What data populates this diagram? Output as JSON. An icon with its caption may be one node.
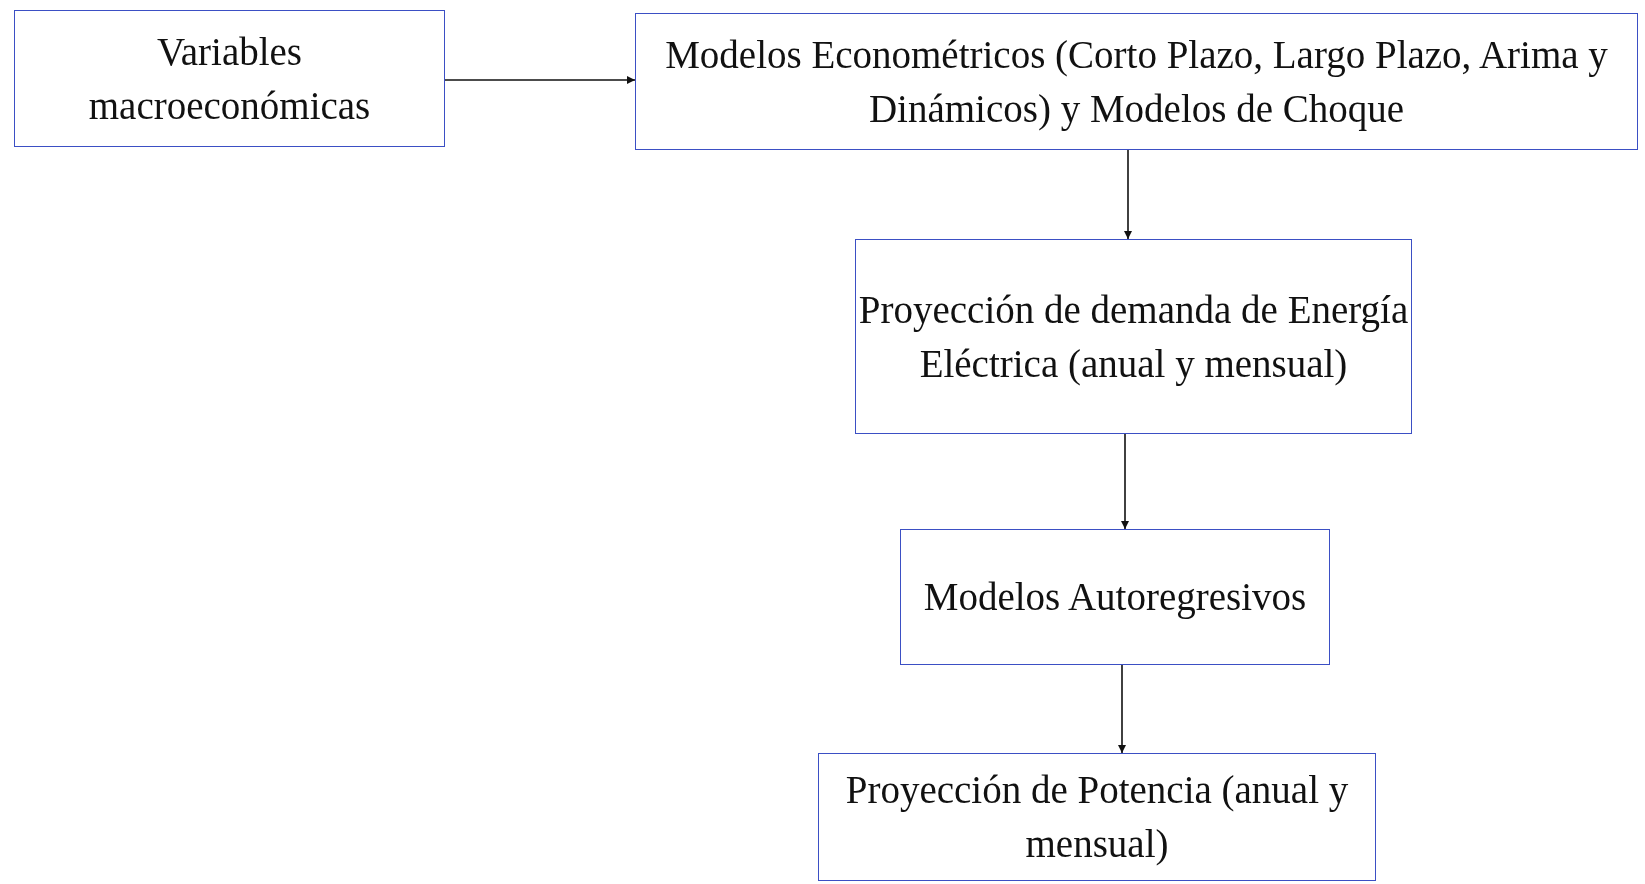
{
  "diagram": {
    "nodes": [
      {
        "text": [
          "Variables macroeconómicas"
        ]
      },
      {
        "text": [
          "Modelos Econométricos  (Corto Plazo, Largo Plazo, Arima y Dinámicos) y Modelos de Choque"
        ]
      },
      {
        "text": [
          "Proyección de demanda de Energía Eléctrica (anual y mensual)"
        ]
      },
      {
        "text": [
          "Modelos Autoregresivos"
        ]
      },
      {
        "text": [
          "Proyección de Potencia (anual y mensual)"
        ]
      }
    ],
    "edges": [
      {
        "from": 0,
        "to": 1,
        "arrow": "to"
      },
      {
        "from": 1,
        "to": 2,
        "arrow": "to"
      },
      {
        "from": 2,
        "to": 3,
        "arrow": "to"
      },
      {
        "from": 3,
        "to": 4,
        "arrow": "to"
      }
    ]
  }
}
